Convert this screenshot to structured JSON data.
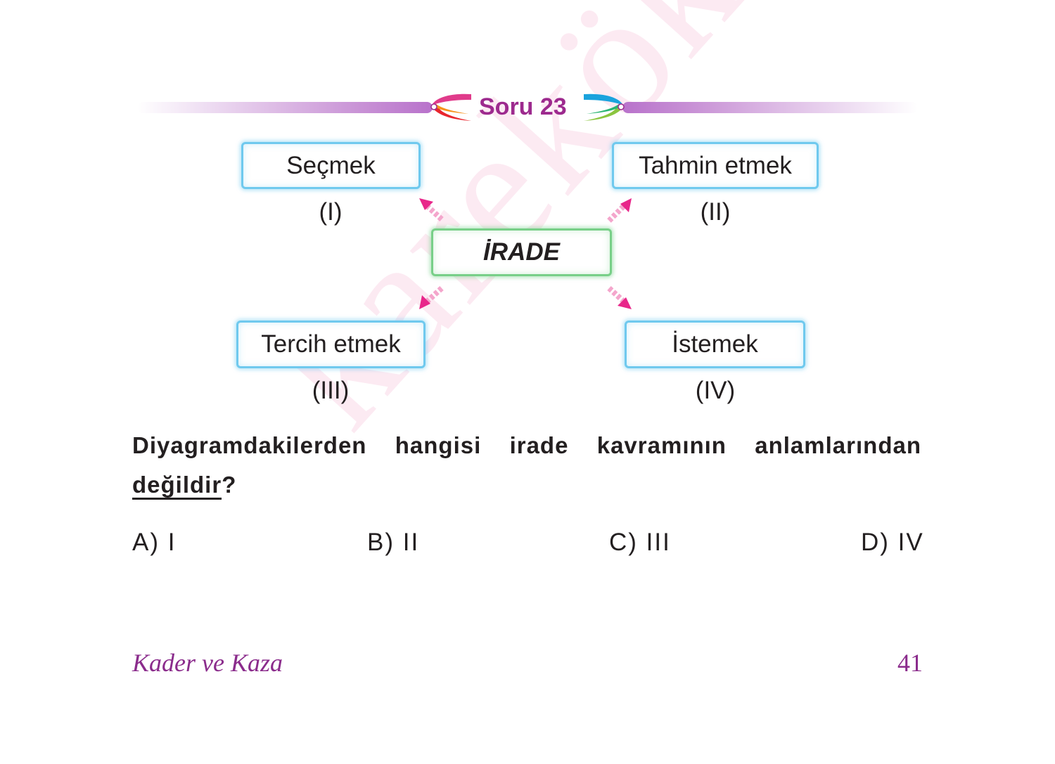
{
  "header": {
    "title": "Soru 23"
  },
  "diagram": {
    "center": "İRADE",
    "nodes": [
      {
        "label": "Seçmek",
        "roman": "(I)"
      },
      {
        "label": "Tahmin etmek",
        "roman": "(II)"
      },
      {
        "label": "Tercih etmek",
        "roman": "(III)"
      },
      {
        "label": "İstemek",
        "roman": "(IV)"
      }
    ]
  },
  "question": {
    "words_line1": [
      "Diyagramdakilerden",
      "hangisi",
      "irade",
      "kavramının",
      "anlamlarından"
    ],
    "emphasis": "değildir",
    "end": "?"
  },
  "options": [
    "A) I",
    "B) II",
    "C) III",
    "D) IV"
  ],
  "footer": {
    "section": "Kader ve Kaza",
    "page": "41"
  },
  "watermark": "karekök",
  "colors": {
    "accent_purple": "#9d2a8e",
    "box_border_blue": "#6fc9ee",
    "center_border_green": "#78cf88",
    "arrow_pink": "#e8268a"
  }
}
